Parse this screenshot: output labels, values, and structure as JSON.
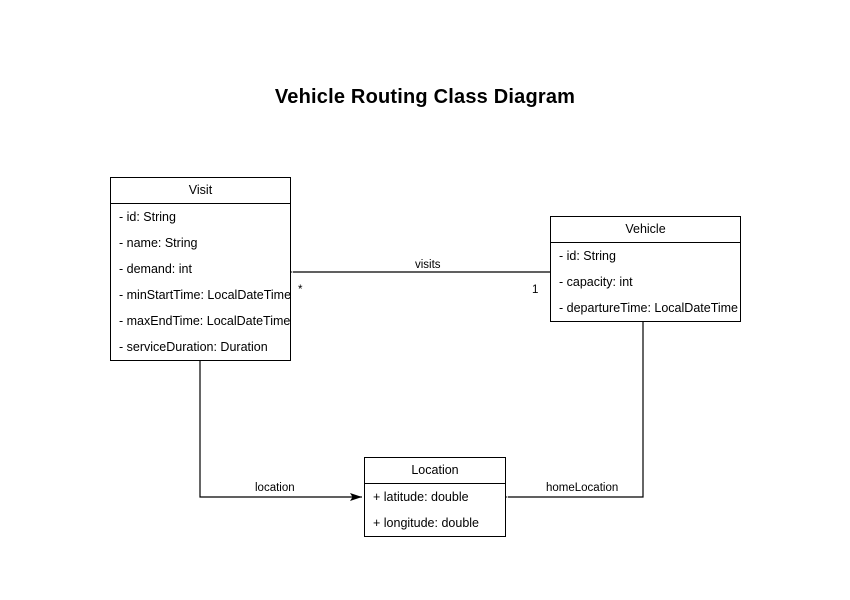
{
  "diagram": {
    "title": "Vehicle Routing Class Diagram",
    "background_color": "#ffffff",
    "line_color": "#000000",
    "text_color": "#000000"
  },
  "classes": {
    "visit": {
      "name": "Visit",
      "attributes": [
        "- id: String",
        "- name: String",
        "- demand: int",
        "- minStartTime: LocalDateTime",
        "- maxEndTime: LocalDateTime",
        "- serviceDuration: Duration"
      ]
    },
    "vehicle": {
      "name": "Vehicle",
      "attributes": [
        "- id: String",
        "- capacity: int",
        "- departureTime: LocalDateTime"
      ]
    },
    "location": {
      "name": "Location",
      "attributes": [
        "+ latitude: double",
        "+ longitude: double"
      ]
    }
  },
  "relationships": {
    "visits": {
      "label": "visits",
      "source_multiplicity": "1",
      "target_multiplicity": "*"
    },
    "location": {
      "label": "location"
    },
    "home_location": {
      "label": "homeLocation"
    }
  }
}
